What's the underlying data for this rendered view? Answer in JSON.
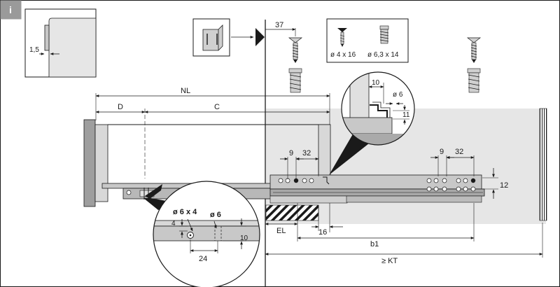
{
  "panel_tag": "i",
  "inset_corner": {
    "dim": "1,5"
  },
  "screws": {
    "label_a": "ø 4 x 16",
    "label_b": "ø 6,3 x 14"
  },
  "dims": {
    "offset_top": "37",
    "nl": "NL",
    "d": "D",
    "c": "C",
    "pitch_small_1": "9",
    "pitch_large_1": "32",
    "pitch_small_2": "9",
    "pitch_large_2": "32",
    "height_12": "12",
    "el": "EL",
    "gap_16": "16",
    "b1": "b1",
    "kt": "≥ KT"
  },
  "detail_top": {
    "d10": "10",
    "hole": "ø 6",
    "d11": "11"
  },
  "detail_bottom": {
    "hole_a": "ø 6 x 4",
    "hole_b": "ø 6",
    "d4": "4",
    "d10": "10",
    "d24": "24"
  },
  "colors": {
    "panel_grey": "#e6e6e6",
    "metal": "#c8c8c8",
    "dark": "#1a1a1a",
    "tag_bg": "#9a9a9a"
  }
}
